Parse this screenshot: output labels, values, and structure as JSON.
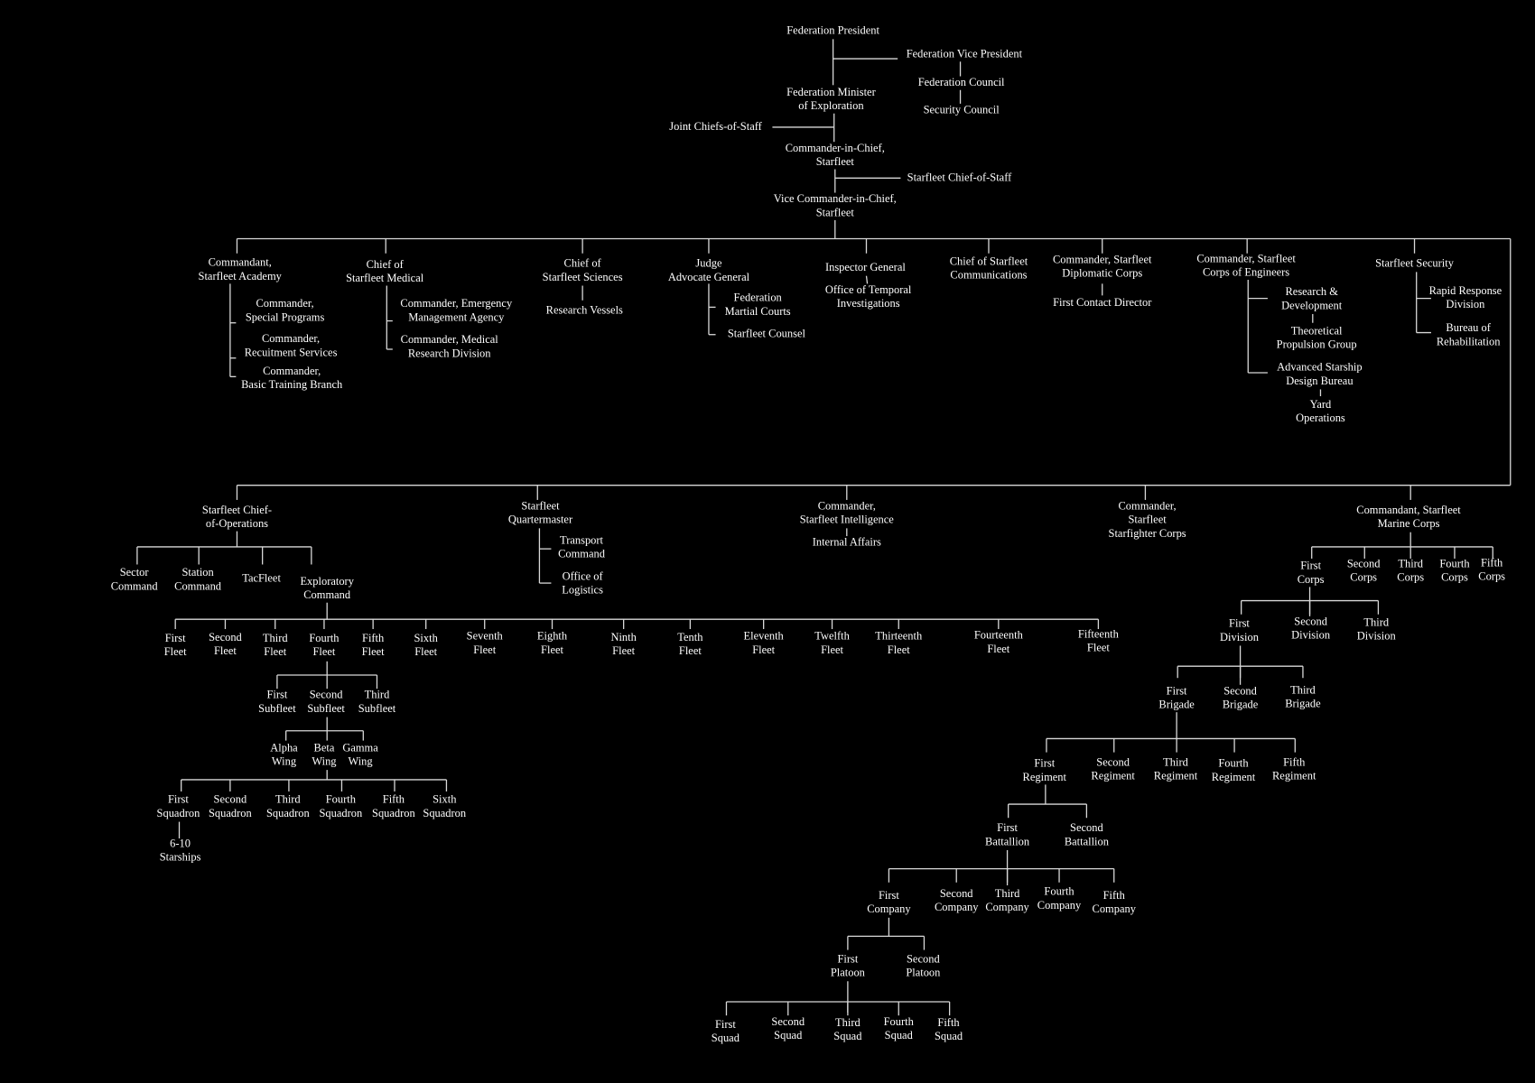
{
  "colors": {
    "background": "#000000",
    "text": "#ffffff",
    "lines": "#d8d8d8"
  },
  "top": {
    "president": "Federation President",
    "vice_president": "Federation Vice President",
    "council": "Federation Council",
    "security_council": "Security Council",
    "minister": "Federation Minister\nof Exploration",
    "joint_chiefs": "Joint Chiefs-of-Staff",
    "cinc": "Commander-in-Chief,\nStarfleet",
    "chief_of_staff": "Starfleet Chief-of-Staff",
    "vice_cinc": "Vice Commander-in-Chief,\nStarfleet"
  },
  "academy": {
    "title": "Commandant,\nStarfleet Academy",
    "children": [
      "Commander,\nSpecial Programs",
      "Commander,\nRecuitment Services",
      "Commander,\nBasic Training Branch"
    ]
  },
  "medical": {
    "title": "Chief of\nStarfleet Medical",
    "children": [
      "Commander, Emergency\nManagement Agency",
      "Commander, Medical\nResearch Division"
    ]
  },
  "sciences": {
    "title": "Chief of\nStarfleet Sciences",
    "children": [
      "Research Vessels"
    ]
  },
  "jag": {
    "title": "Judge\nAdvocate General",
    "children": [
      "Federation\nMartial Courts",
      "Starfleet Counsel"
    ]
  },
  "ig": {
    "title": "Inspector General",
    "children": [
      "Office of Temporal\nInvestigations"
    ]
  },
  "comms": {
    "title": "Chief of Starfleet\nCommunications"
  },
  "diplomatic": {
    "title": "Commander, Starfleet\nDiplomatic Corps",
    "children": [
      "First Contact Director"
    ]
  },
  "engineers": {
    "title": "Commander, Starfleet\nCorps of Engineers",
    "children": [
      "Research &\nDevelopment",
      "Theoretical\nPropulsion Group",
      "Advanced Starship\nDesign Bureau",
      "Yard\nOperations"
    ]
  },
  "security": {
    "title": "Starfleet Security",
    "children": [
      "Rapid Response\nDivision",
      "Bureau of\nRehabilitation"
    ]
  },
  "ops": {
    "title": "Starfleet Chief-\nof-Operations",
    "commands": [
      "Sector\nCommand",
      "Station\nCommand",
      "TacFleet",
      "Exploratory\nCommand"
    ],
    "fleets": [
      "First\nFleet",
      "Second\nFleet",
      "Third\nFleet",
      "Fourth\nFleet",
      "Fifth\nFleet",
      "Sixth\nFleet",
      "Seventh\nFleet",
      "Eighth\nFleet",
      "Ninth\nFleet",
      "Tenth\nFleet",
      "Eleventh\nFleet",
      "Twelfth\nFleet",
      "Thirteenth\nFleet",
      "Fourteenth\nFleet",
      "Fifteenth\nFleet"
    ],
    "subfleets": [
      "First\nSubfleet",
      "Second\nSubfleet",
      "Third\nSubfleet"
    ],
    "wings": [
      "Alpha\nWing",
      "Beta\nWing",
      "Gamma\nWing"
    ],
    "squadrons": [
      "First\nSquadron",
      "Second\nSquadron",
      "Third\nSquadron",
      "Fourth\nSquadron",
      "Fifth\nSquadron",
      "Sixth\nSquadron"
    ],
    "starships": "6-10\nStarships"
  },
  "quartermaster": {
    "title": "Starfleet\nQuartermaster",
    "children": [
      "Transport\nCommand",
      "Office of\nLogistics"
    ]
  },
  "intel": {
    "title": "Commander,\nStarfleet Intelligence",
    "children": [
      "Internal Affairs"
    ]
  },
  "starfighter": {
    "title": "Commander,\nStarfleet\nStarfighter Corps"
  },
  "marines": {
    "title": "Commandant, Starfleet\nMarine Corps",
    "corps": [
      "First\nCorps",
      "Second\nCorps",
      "Third\nCorps",
      "Fourth\nCorps",
      "Fifth\nCorps"
    ],
    "divisions": [
      "First\nDivision",
      "Second\nDivision",
      "Third\nDivision"
    ],
    "brigades": [
      "First\nBrigade",
      "Second\nBrigade",
      "Third\nBrigade"
    ],
    "regiments": [
      "First\nRegiment",
      "Second\nRegiment",
      "Third\nRegiment",
      "Fourth\nRegiment",
      "Fifth\nRegiment"
    ],
    "battalions": [
      "First\nBattallion",
      "Second\nBattallion"
    ],
    "companies": [
      "First\nCompany",
      "Second\nCompany",
      "Third\nCompany",
      "Fourth\nCompany",
      "Fifth\nCompany"
    ],
    "platoons": [
      "First\nPlatoon",
      "Second\nPlatoon"
    ],
    "squads": [
      "First\nSquad",
      "Second\nSquad",
      "Third\nSquad",
      "Fourth\nSquad",
      "Fifth\nSquad"
    ]
  }
}
